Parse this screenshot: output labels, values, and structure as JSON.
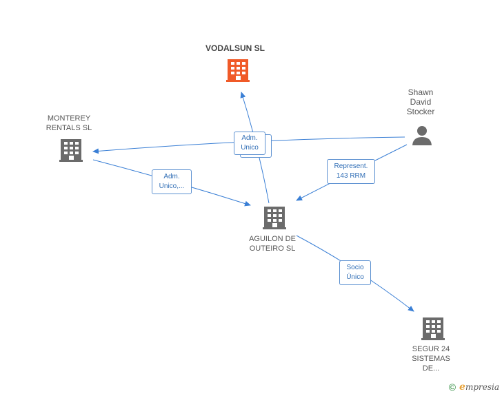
{
  "colors": {
    "edge": "#3a7fd5",
    "company": "#6b6b6b",
    "main_company": "#f05a28",
    "person": "#6b6b6b"
  },
  "nodes": {
    "vodalsun": {
      "lines": [
        "VODALSUN SL"
      ],
      "icon": "building-icon"
    },
    "monterey": {
      "lines": [
        "MONTEREY",
        "RENTALS SL"
      ],
      "icon": "building-icon"
    },
    "shawn": {
      "lines": [
        "Shawn",
        "David",
        "Stocker"
      ],
      "icon": "person-icon"
    },
    "aguilon": {
      "lines": [
        "AGUILON DE",
        "OUTEIRO  SL"
      ],
      "icon": "building-icon"
    },
    "segur": {
      "lines": [
        "SEGUR 24",
        "SISTEMAS",
        "DE..."
      ],
      "icon": "building-icon"
    }
  },
  "edges": {
    "adm_unico_top": {
      "lines": [
        "Adm.",
        "Unico"
      ]
    },
    "adm_unico_left": {
      "lines": [
        "Adm.",
        "Unico,..."
      ]
    },
    "represent": {
      "lines": [
        "Represent.",
        "143 RRM"
      ]
    },
    "socio_unico": {
      "lines": [
        "Socio",
        "Único"
      ]
    }
  },
  "footer": {
    "copyright": "©",
    "brand_first": "e",
    "brand_rest": "mpresia"
  }
}
